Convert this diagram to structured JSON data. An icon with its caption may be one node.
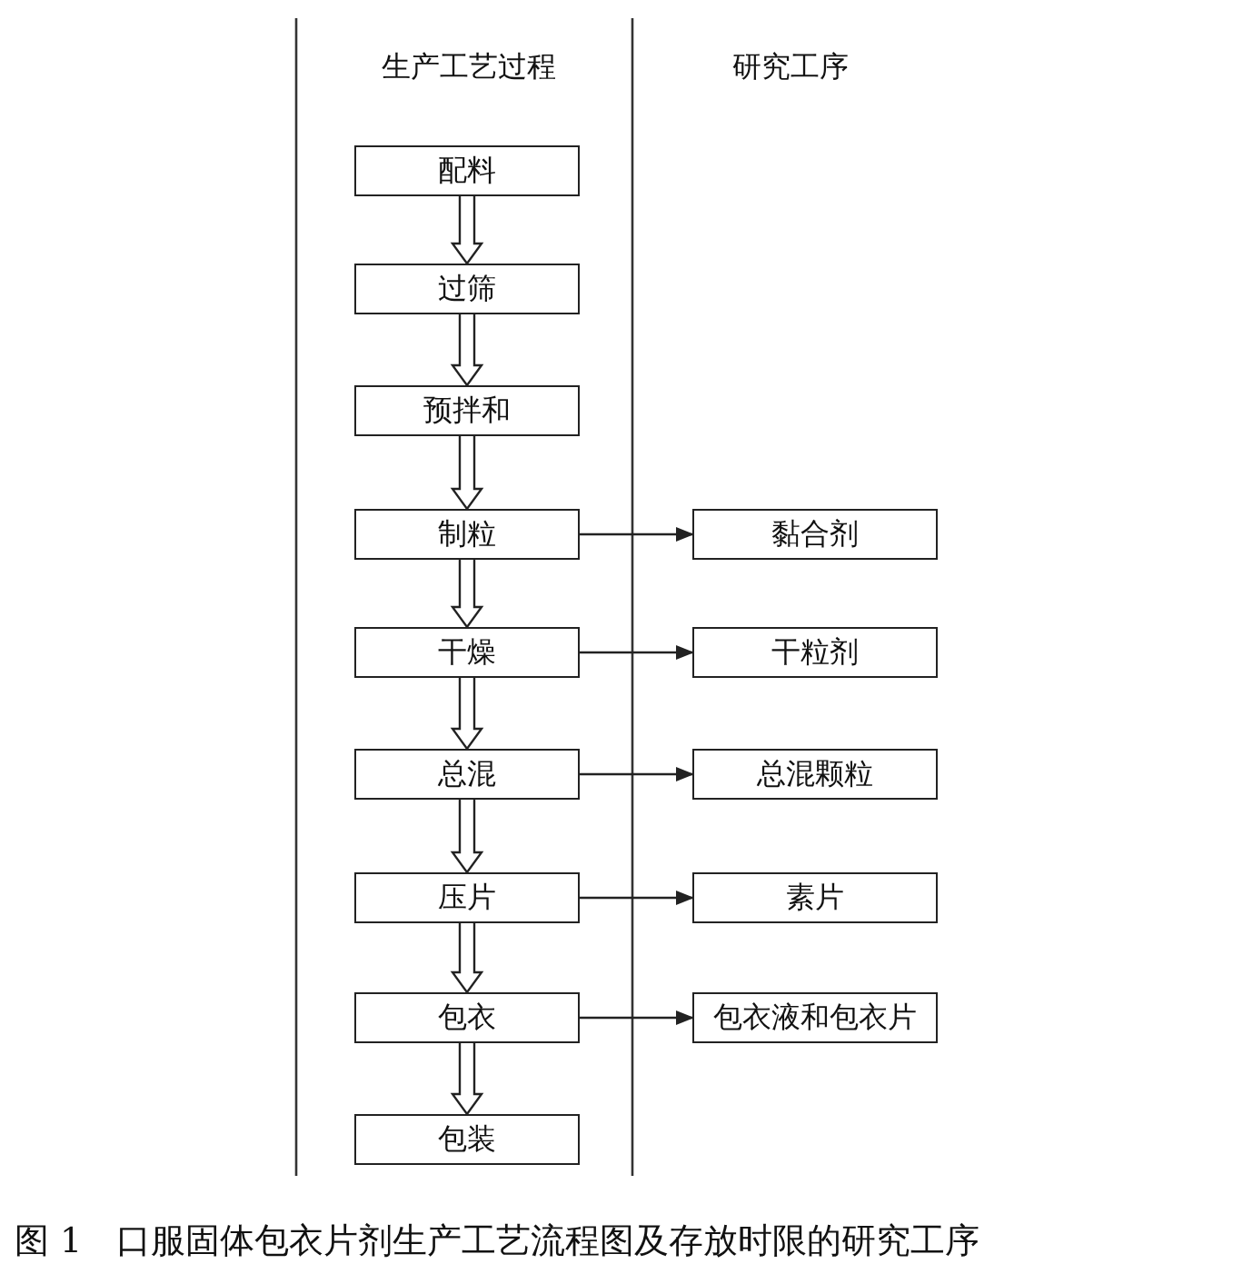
{
  "diagram": {
    "caption": "图 1　口服固体包衣片剂生产工艺流程图及存放时限的研究工序",
    "nodes": [
      {
        "text": [
          "配料"
        ]
      },
      {
        "text": [
          "过筛"
        ]
      },
      {
        "text": [
          "预拌和"
        ]
      },
      {
        "text": [
          "制粒"
        ]
      },
      {
        "text": [
          "干燥"
        ]
      },
      {
        "text": [
          "总混"
        ]
      },
      {
        "text": [
          "压片"
        ]
      },
      {
        "text": [
          "包衣"
        ]
      },
      {
        "text": [
          "包装"
        ]
      },
      {
        "text": [
          "黏合剂"
        ]
      },
      {
        "text": [
          "干粒剂"
        ]
      },
      {
        "text": [
          "总混颗粒"
        ]
      },
      {
        "text": [
          "素片"
        ]
      },
      {
        "text": [
          "包衣液和包衣片"
        ]
      }
    ],
    "edges": [
      {
        "from": 0,
        "to": 1,
        "arrow": "to",
        "style": "thick"
      },
      {
        "from": 1,
        "to": 2,
        "arrow": "to",
        "style": "thick"
      },
      {
        "from": 2,
        "to": 3,
        "arrow": "to",
        "style": "thick"
      },
      {
        "from": 3,
        "to": 4,
        "arrow": "to",
        "style": "thick"
      },
      {
        "from": 4,
        "to": 5,
        "arrow": "to",
        "style": "thick"
      },
      {
        "from": 5,
        "to": 6,
        "arrow": "to",
        "style": "thick"
      },
      {
        "from": 6,
        "to": 7,
        "arrow": "to",
        "style": "thick"
      },
      {
        "from": 7,
        "to": 8,
        "arrow": "to",
        "style": "thick"
      },
      {
        "from": 3,
        "to": 9,
        "arrow": "to"
      },
      {
        "from": 4,
        "to": 10,
        "arrow": "to"
      },
      {
        "from": 5,
        "to": 11,
        "arrow": "to"
      },
      {
        "from": 6,
        "to": 12,
        "arrow": "to"
      },
      {
        "from": 7,
        "to": 13,
        "arrow": "to"
      }
    ],
    "labels": [
      "生产工艺过程",
      "研究工序"
    ]
  }
}
